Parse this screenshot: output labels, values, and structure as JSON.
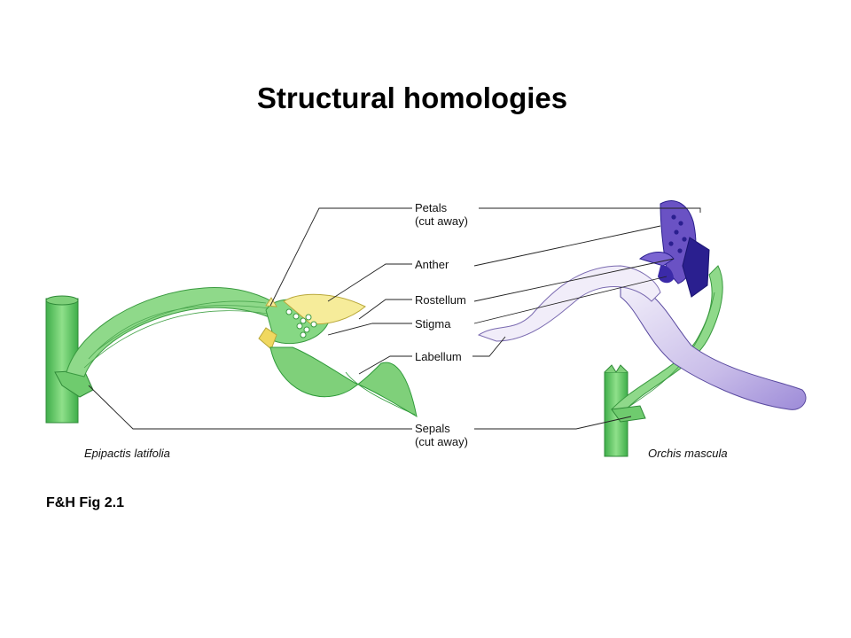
{
  "title": "Structural homologies",
  "species": {
    "left": "Epipactis latifolia",
    "right": "Orchis mascula"
  },
  "figure_ref": "F&H  Fig 2.1",
  "labels": {
    "petals": {
      "line1": "Petals",
      "line2": "(cut away)"
    },
    "anther": "Anther",
    "rostellum": "Rostellum",
    "stigma": "Stigma",
    "labellum": "Labellum",
    "sepals": {
      "line1": "Sepals",
      "line2": "(cut away)"
    }
  },
  "colors": {
    "green": "#7fd07a",
    "green_dark": "#2f9a3a",
    "yellow": "#f6ec9a",
    "purple_light": "#d9d0ee",
    "purple": "#6a52c4",
    "purple_dark": "#2a1f8f"
  }
}
